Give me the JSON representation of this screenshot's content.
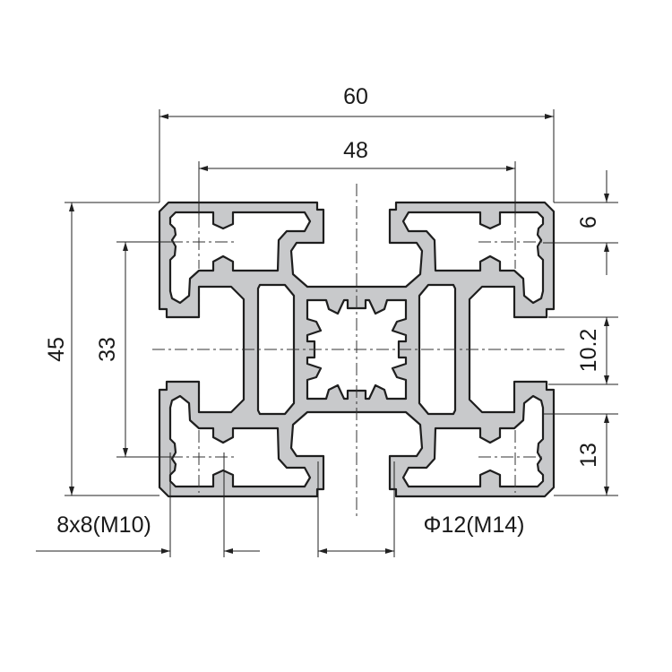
{
  "drawing": {
    "profile_fill": "#c8c9cb",
    "profile_stroke": "#1e1e1e",
    "dimensions": {
      "overall_width": "60",
      "slot_spacing_width": "48",
      "overall_height": "45",
      "slot_spacing_height": "33",
      "top_offset": "6",
      "slot_opening": "10.2",
      "bottom_offset": "13",
      "corner_hole": "8x8(M10)",
      "center_bore": "Φ12(M14)"
    }
  }
}
